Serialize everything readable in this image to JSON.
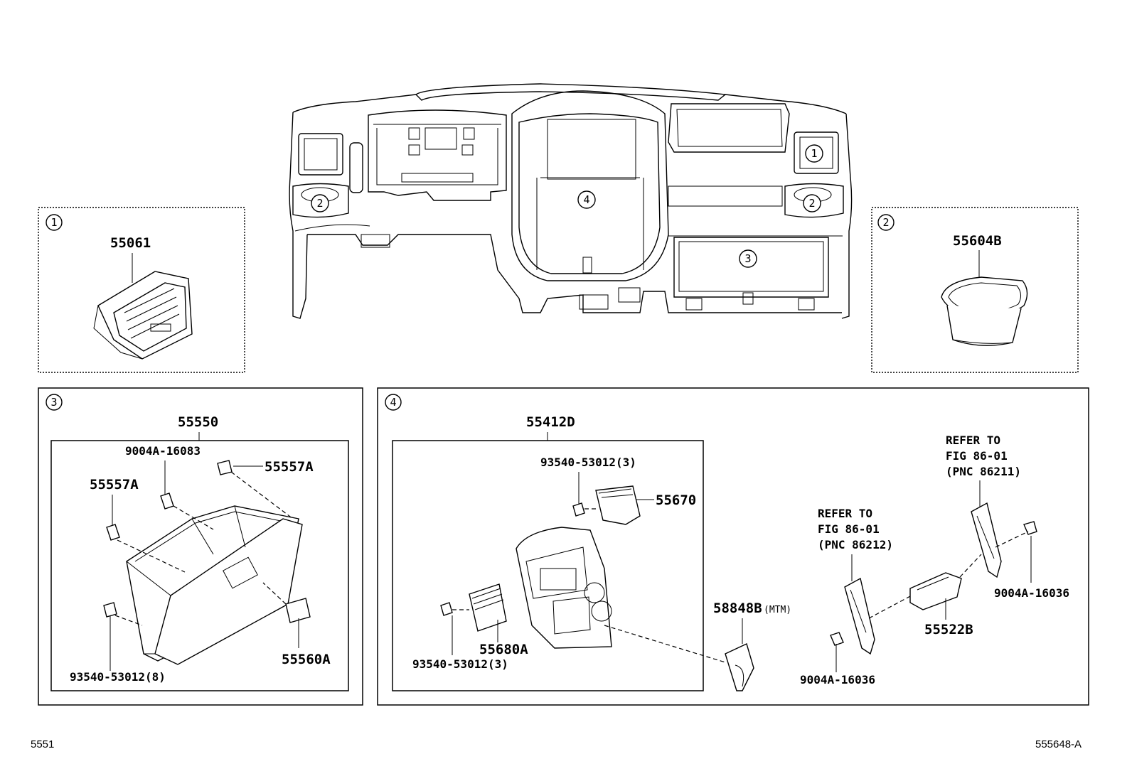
{
  "callouts": {
    "c1": "1",
    "c2": "2",
    "c3": "3",
    "c4": "4"
  },
  "parts": {
    "p55061": "55061",
    "p55604B": "55604B",
    "p55550": "55550",
    "p9004A_16083": "9004A-16083",
    "p55557A_right": "55557A",
    "p55557A_left": "55557A",
    "p93540_53012_8": "93540-53012(8)",
    "p55560A": "55560A",
    "p55412D": "55412D",
    "p93540_53012_3_top": "93540-53012(3)",
    "p55670": "55670",
    "p55680A": "55680A",
    "p93540_53012_3_bot": "93540-53012(3)",
    "p58848B": "58848B",
    "p58848B_note": "(MTM)",
    "p9004A_16036_left": "9004A-16036",
    "p55522B": "55522B",
    "p9004A_16036_right": "9004A-16036"
  },
  "references": {
    "ref_86212": [
      "REFER TO",
      "FIG 86-01",
      "(PNC 86212)"
    ],
    "ref_86211": [
      "REFER TO",
      "FIG 86-01",
      "(PNC 86211)"
    ]
  },
  "footer": {
    "left_code": "5551",
    "right_code": "555648-A"
  }
}
